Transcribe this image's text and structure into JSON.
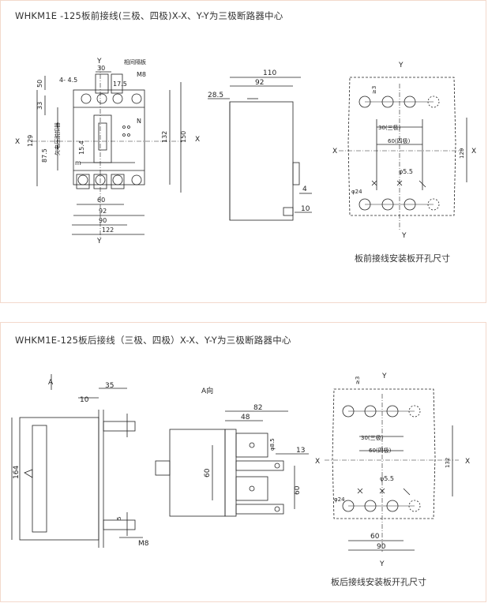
{
  "top": {
    "title": "WHKM1E -125板前接线(三极、四极)X-X、Y-Y为三极断路器中心",
    "front": {
      "y_top": "Y",
      "y_bottom": "Y",
      "x_left": "X",
      "d30": "30",
      "d4": "4- 4.5",
      "d50": "50",
      "d33": "33",
      "d129": "129",
      "d87": "87.5",
      "d154": "15.4",
      "d175": "17.5",
      "m8": "M8",
      "partition": "相间隔板",
      "d132": "132",
      "d150": "150",
      "d60": "60",
      "d92": "92",
      "d90": "90",
      "d122": "122",
      "n_label": "N",
      "m_label": "m",
      "vertical_text": "欠电压脱扣器"
    },
    "side": {
      "x_label": "X",
      "d110": "110",
      "d92": "92",
      "d285": "28.5",
      "d4": "4",
      "d10": "10"
    },
    "panel": {
      "y_top": "Y",
      "y_bottom": "Y",
      "x_left": "X",
      "x_right": "X",
      "d3": "≥3",
      "d30": "30(三极)",
      "d60": "60(四极)",
      "d55": "φ5.5",
      "d24": "φ24",
      "d129": "129",
      "caption": "板前接线安装板开孔尺寸"
    }
  },
  "bottom": {
    "title": "WHKM1E-125板后接线（三极、四极）X-X、Y-Y为三极断路器中心",
    "side": {
      "a_label": "A",
      "d10": "10",
      "d35": "35",
      "d164": "164",
      "d5": "5",
      "m8": "M8"
    },
    "aview": {
      "title": "A向",
      "d82": "82",
      "d48": "48",
      "d85": "φ8.5",
      "d13": "13",
      "d60a": "60",
      "d60b": "60"
    },
    "panel": {
      "y_top": "Y",
      "y_bottom": "Y",
      "x_left": "X",
      "x_right": "X",
      "d3": "≥3",
      "d30": "30(三极)",
      "d60": "60(四极)",
      "d55": "φ5.5",
      "d24": "φ24",
      "d132": "132",
      "d60b": "60",
      "d90": "90",
      "caption": "板后接线安装板开孔尺寸"
    }
  }
}
